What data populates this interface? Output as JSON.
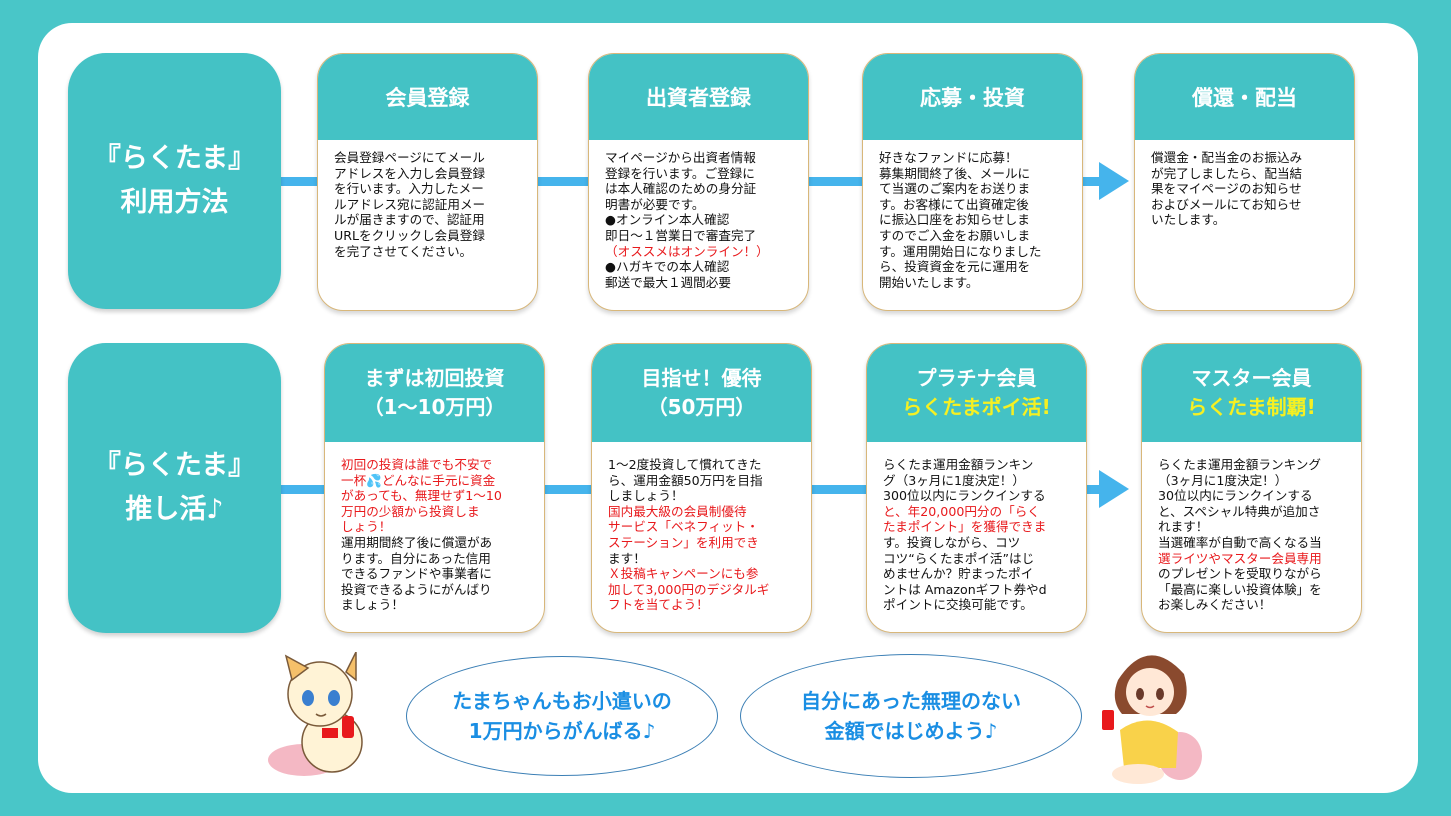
{
  "rows": [
    {
      "side": [
        "『らくたま』",
        "利用方法"
      ],
      "cards": [
        {
          "title": [
            "会員登録"
          ],
          "lines": [
            {
              "t": "会員登録ページにてメール",
              "c": ""
            },
            {
              "t": "アドレスを入力し会員登録",
              "c": ""
            },
            {
              "t": "を行います。入力したメー",
              "c": ""
            },
            {
              "t": "ルアドレス宛に認証用メー",
              "c": ""
            },
            {
              "t": "ルが届きますので、認証用",
              "c": ""
            },
            {
              "t": "URLをクリックし会員登録",
              "c": ""
            },
            {
              "t": "を完了させてください。",
              "c": ""
            }
          ]
        },
        {
          "title": [
            "出資者登録"
          ],
          "lines": [
            {
              "t": "マイページから出資者情報",
              "c": ""
            },
            {
              "t": "登録を行います。ご登録に",
              "c": ""
            },
            {
              "t": "は本人確認のための身分証",
              "c": ""
            },
            {
              "t": "明書が必要です。",
              "c": ""
            },
            {
              "t": "●オンライン本人確認",
              "c": ""
            },
            {
              "t": "即日〜１営業日で審査完了",
              "c": ""
            },
            {
              "t": "（オススメはオンライン！）",
              "c": "red"
            },
            {
              "t": "●ハガキでの本人確認",
              "c": ""
            },
            {
              "t": "郵送で最大１週間必要",
              "c": ""
            }
          ]
        },
        {
          "title": [
            "応募・投資"
          ],
          "lines": [
            {
              "t": "好きなファンドに応募！",
              "c": ""
            },
            {
              "t": "募集期間終了後、メールに",
              "c": ""
            },
            {
              "t": "て当選のご案内をお送りま",
              "c": ""
            },
            {
              "t": "す。お客様にて出資確定後",
              "c": ""
            },
            {
              "t": "に振込口座をお知らせしま",
              "c": ""
            },
            {
              "t": "すのでご入金をお願いしま",
              "c": ""
            },
            {
              "t": "す。運用開始日になりました",
              "c": ""
            },
            {
              "t": "ら、投資資金を元に運用を",
              "c": ""
            },
            {
              "t": "開始いたします。",
              "c": ""
            }
          ]
        },
        {
          "title": [
            "償還・配当"
          ],
          "lines": [
            {
              "t": "償還金・配当金のお振込み",
              "c": ""
            },
            {
              "t": "が完了しましたら、配当結",
              "c": ""
            },
            {
              "t": "果をマイページのお知らせ",
              "c": ""
            },
            {
              "t": "およびメールにてお知らせ",
              "c": ""
            },
            {
              "t": "いたします。",
              "c": ""
            }
          ]
        }
      ]
    },
    {
      "side": [
        "『らくたま』",
        "推し活♪"
      ],
      "cards": [
        {
          "title": [
            "まずは初回投資",
            "（1〜10万円）"
          ],
          "lines": [
            {
              "t": "初回の投資は誰でも不安で",
              "c": "red"
            },
            {
              "t": "一杯💦どんなに手元に資金",
              "c": "red"
            },
            {
              "t": "があっても、無理せず1〜10",
              "c": "red"
            },
            {
              "t": "万円の少額から投資しま",
              "c": "red"
            },
            {
              "t": "しょう！",
              "c": "red"
            },
            {
              "t": "運用期間終了後に償還があ",
              "c": ""
            },
            {
              "t": "ります。自分にあった信用",
              "c": ""
            },
            {
              "t": "できるファンドや事業者に",
              "c": ""
            },
            {
              "t": "投資できるようにがんばり",
              "c": ""
            },
            {
              "t": "ましょう！",
              "c": ""
            }
          ]
        },
        {
          "title": [
            "目指せ！優待",
            "（50万円）"
          ],
          "lines": [
            {
              "t": "1〜2度投資して慣れてきた",
              "c": ""
            },
            {
              "t": "ら、運用金額50万円を目指",
              "c": ""
            },
            {
              "t": "しましょう！",
              "c": ""
            },
            {
              "t": "国内最大級の会員制優待",
              "c": "red"
            },
            {
              "t": "サービス「ベネフィット・",
              "c": "red"
            },
            {
              "t": "ステーション」を利用でき",
              "c": "red"
            },
            {
              "t": "ます！",
              "c": ""
            },
            {
              "t": "Ｘ投稿キャンペーンにも参",
              "c": "red"
            },
            {
              "t": "加して3,000円のデジタルギ",
              "c": "red"
            },
            {
              "t": "フトを当てよう！",
              "c": "red"
            }
          ]
        },
        {
          "title": [
            "プラチナ会員",
            "らくたまポイ活!"
          ],
          "title_hl": 1,
          "lines": [
            {
              "t": "らくたま運用金額ランキン",
              "c": ""
            },
            {
              "t": "グ（3ヶ月に1度決定！）",
              "c": ""
            },
            {
              "t": "300位以内にランクインする",
              "c": ""
            },
            {
              "t": "と、年20,000円分の「らく",
              "c": "red"
            },
            {
              "t": "たまポイント」を獲得できま",
              "c": "red"
            },
            {
              "t": "す。投資しながら、コツ",
              "c": ""
            },
            {
              "t": "コツ“らくたまポイ活”はじ",
              "c": ""
            },
            {
              "t": "めませんか？貯まったポイ",
              "c": ""
            },
            {
              "t": "ントは Amazonギフト券やd",
              "c": ""
            },
            {
              "t": "ポイントに交換可能です。",
              "c": ""
            }
          ]
        },
        {
          "title": [
            "マスター会員",
            "らくたま制覇!"
          ],
          "title_hl": 1,
          "lines": [
            {
              "t": "らくたま運用金額ランキング",
              "c": ""
            },
            {
              "t": "（3ヶ月に1度決定！）",
              "c": ""
            },
            {
              "t": "30位以内にランクインする",
              "c": ""
            },
            {
              "t": "と、スペシャル特典が追加さ",
              "c": ""
            },
            {
              "t": "れます！",
              "c": ""
            },
            {
              "t": "当選確率が自動で高くなる当",
              "c": ""
            },
            {
              "t": "選ライツやマスター会員専用",
              "c": "red"
            },
            {
              "t": "のプレゼントを受取りながら",
              "c": ""
            },
            {
              "t": "「最高に楽しい投資体験」を",
              "c": ""
            },
            {
              "t": "お楽しみください！",
              "c": ""
            }
          ]
        }
      ]
    }
  ],
  "bubbles": [
    [
      "たまちゃんもお小遣いの",
      "1万円からがんばる♪"
    ],
    [
      "自分にあった無理のない",
      "金額ではじめよう♪"
    ]
  ],
  "colors": {
    "teal": "#44c2c5",
    "arrow": "#45b4ec",
    "red": "#e8191c",
    "yellow": "#f6f022",
    "bubble_text": "#1a8ee3"
  }
}
